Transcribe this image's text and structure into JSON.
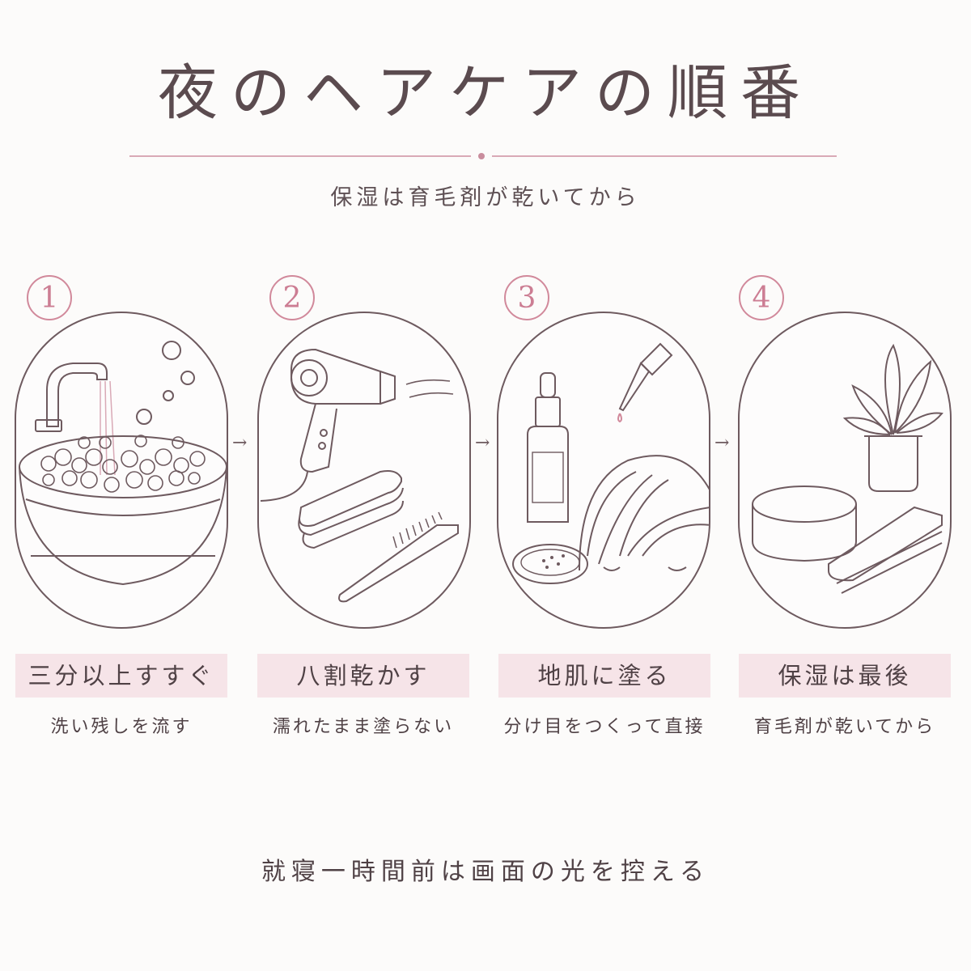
{
  "title": "夜のヘアケアの順番",
  "subtitle": "保湿は育毛剤が乾いてから",
  "steps": [
    {
      "number": "1",
      "label": "三分以上すすぐ",
      "note": "洗い残しを流す"
    },
    {
      "number": "2",
      "label": "八割乾かす",
      "note": "濡れたまま塗らない"
    },
    {
      "number": "3",
      "label": "地肌に塗る",
      "note": "分け目をつくって直接"
    },
    {
      "number": "4",
      "label": "保湿は最後",
      "note": "育毛剤が乾いてから"
    }
  ],
  "arrow": "→",
  "footer": "就寝一時間前は画面の光を控える",
  "colors": {
    "accent": "#d1899b",
    "line": "#6e5a5f",
    "label_bg": "#f6e4e8"
  }
}
